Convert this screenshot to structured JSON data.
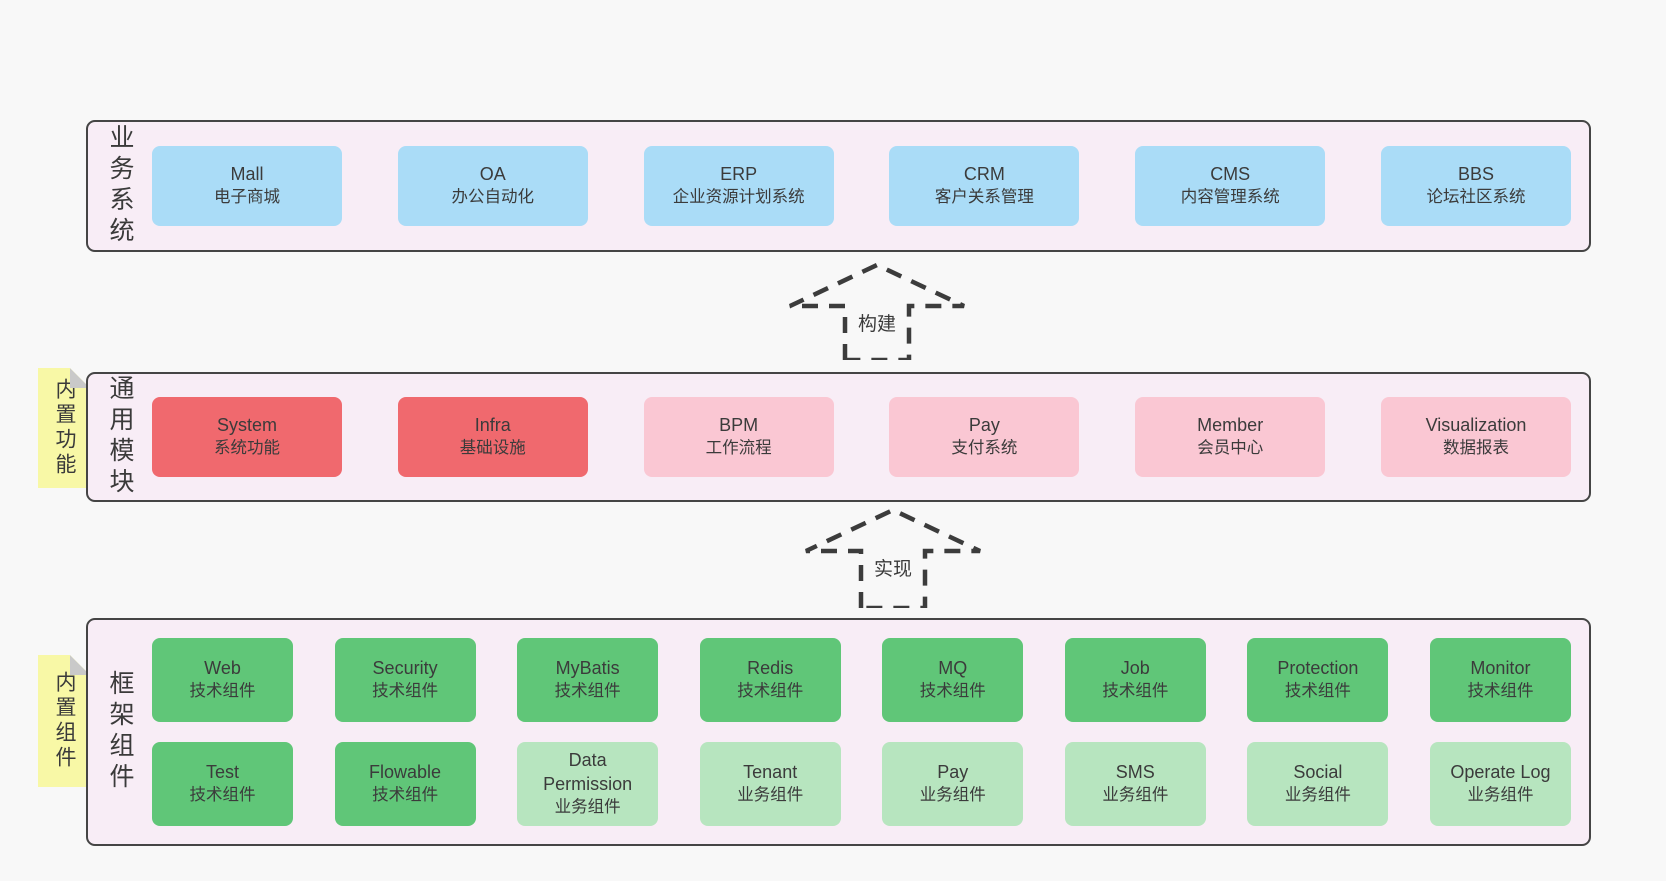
{
  "colors": {
    "page_bg": "#f8f8f8",
    "band_bg": "#f8edf6",
    "band_border": "#454545",
    "blue_box": "#aadcf7",
    "red_box": "#f0696e",
    "pink_box": "#fac7d3",
    "green_dark_box": "#60c678",
    "green_light_box": "#b7e5bf",
    "sticky_bg": "#f8f8a6",
    "sticky_fold": "#c9c9c9",
    "text": "#3b3b3b"
  },
  "arrows": [
    {
      "label": "构建"
    },
    {
      "label": "实现"
    }
  ],
  "layers": [
    {
      "label": "业务系统",
      "boxes": [
        {
          "title": "Mall",
          "subtitle": "电子商城",
          "variant": "blue"
        },
        {
          "title": "OA",
          "subtitle": "办公自动化",
          "variant": "blue"
        },
        {
          "title": "ERP",
          "subtitle": "企业资源计划系统",
          "variant": "blue"
        },
        {
          "title": "CRM",
          "subtitle": "客户关系管理",
          "variant": "blue"
        },
        {
          "title": "CMS",
          "subtitle": "内容管理系统",
          "variant": "blue"
        },
        {
          "title": "BBS",
          "subtitle": "论坛社区系统",
          "variant": "blue"
        }
      ]
    },
    {
      "label": "通用模块",
      "sticky": "内置功能",
      "boxes": [
        {
          "title": "System",
          "subtitle": "系统功能",
          "variant": "red"
        },
        {
          "title": "Infra",
          "subtitle": "基础设施",
          "variant": "red"
        },
        {
          "title": "BPM",
          "subtitle": "工作流程",
          "variant": "pink"
        },
        {
          "title": "Pay",
          "subtitle": "支付系统",
          "variant": "pink"
        },
        {
          "title": "Member",
          "subtitle": "会员中心",
          "variant": "pink"
        },
        {
          "title": "Visualization",
          "subtitle": "数据报表",
          "variant": "pink"
        }
      ]
    },
    {
      "label": "框架组件",
      "sticky": "内置组件",
      "rows": [
        [
          {
            "title": "Web",
            "subtitle": "技术组件",
            "variant": "green-dark"
          },
          {
            "title": "Security",
            "subtitle": "技术组件",
            "variant": "green-dark"
          },
          {
            "title": "MyBatis",
            "subtitle": "技术组件",
            "variant": "green-dark"
          },
          {
            "title": "Redis",
            "subtitle": "技术组件",
            "variant": "green-dark"
          },
          {
            "title": "MQ",
            "subtitle": "技术组件",
            "variant": "green-dark"
          },
          {
            "title": "Job",
            "subtitle": "技术组件",
            "variant": "green-dark"
          },
          {
            "title": "Protection",
            "subtitle": "技术组件",
            "variant": "green-dark"
          },
          {
            "title": "Monitor",
            "subtitle": "技术组件",
            "variant": "green-dark"
          }
        ],
        [
          {
            "title": "Test",
            "subtitle": "技术组件",
            "variant": "green-dark"
          },
          {
            "title": "Flowable",
            "subtitle": "技术组件",
            "variant": "green-dark"
          },
          {
            "title": "Data Permission",
            "subtitle": "业务组件",
            "variant": "green-light"
          },
          {
            "title": "Tenant",
            "subtitle": "业务组件",
            "variant": "green-light"
          },
          {
            "title": "Pay",
            "subtitle": "业务组件",
            "variant": "green-light"
          },
          {
            "title": "SMS",
            "subtitle": "业务组件",
            "variant": "green-light"
          },
          {
            "title": "Social",
            "subtitle": "业务组件",
            "variant": "green-light"
          },
          {
            "title": "Operate Log",
            "subtitle": "业务组件",
            "variant": "green-light"
          }
        ]
      ]
    }
  ]
}
